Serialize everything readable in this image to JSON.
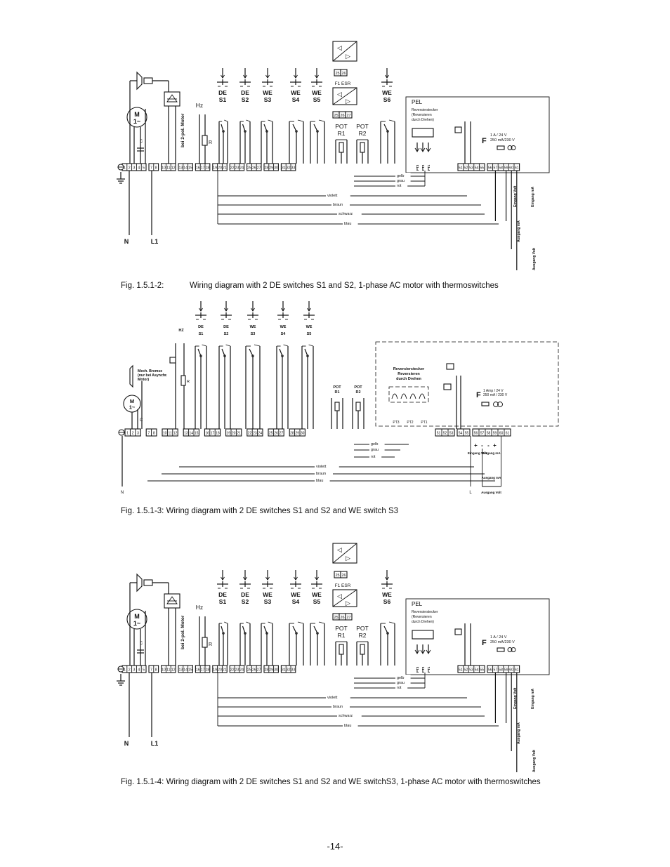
{
  "figures": [
    {
      "caption_label": "Fig. 1.5.1-2:",
      "caption_text": "Wiring diagram with 2 DE switches S1 and S2, 1-phase AC motor with thermoswitches",
      "motor": "M 1~",
      "motor_note": "bei 2-pol. Motor",
      "heater": "Hz",
      "resistor": "R",
      "cap": "c",
      "switches": [
        {
          "type": "DE",
          "name": "S1"
        },
        {
          "type": "DE",
          "name": "S2"
        },
        {
          "type": "WE",
          "name": "S3"
        },
        {
          "type": "WE",
          "name": "S4"
        },
        {
          "type": "WE",
          "name": "S5"
        },
        {
          "type": "WE",
          "name": "S6"
        }
      ],
      "pots": [
        {
          "name": "POT",
          "id": "R1"
        },
        {
          "name": "POT",
          "id": "R2"
        }
      ],
      "esr_label": "F1 ESR",
      "esr_terminals": [
        "25",
        "26",
        "27"
      ],
      "esr_top_terminals": [
        "25",
        "26"
      ],
      "pel_title": "PEL",
      "pel_lines": [
        "Reversierstecker",
        "(Reversieren",
        "durch Drehen)"
      ],
      "fuse_label": "F",
      "fuse_lines": [
        "1 A / 24 V",
        "250 mA/230 V"
      ],
      "pt_labels": [
        "PT3",
        "PT2",
        "PT1"
      ],
      "terminal_groups": [
        [
          "1",
          "2",
          "3",
          "4",
          "5"
        ],
        [
          "7",
          "8"
        ],
        [
          "10",
          "11",
          "12"
        ],
        [
          "13",
          "14",
          "15"
        ],
        [
          "16",
          "17",
          "18"
        ],
        [
          "19",
          "20",
          "21"
        ],
        [
          "22",
          "23",
          "24"
        ],
        [
          "25",
          "26",
          "27"
        ],
        [
          "28",
          "29",
          "30"
        ],
        [
          "31",
          "32",
          "33"
        ],
        [
          "51",
          "52",
          "53",
          "54",
          "55"
        ],
        [
          "56",
          "57",
          "58",
          "59",
          "60",
          "61"
        ]
      ],
      "wire_labels": [
        "gelb",
        "grau",
        "rot",
        "violett",
        "braun",
        "schwarz",
        "blau"
      ],
      "output_labels": [
        "Eingang Volt",
        "Eingang mA",
        "Ausgang mA",
        "Ausgang Volt"
      ],
      "supply": [
        "N",
        "L1"
      ]
    },
    {
      "caption_label": "Fig. 1.5.1-3:",
      "caption_text": "Wiring diagram with 2 DE switches S1 and S2 and WE switch S3",
      "motor": "M 1~",
      "brake_lines": [
        "Mech. Bremse",
        "(nur bei Asynchr.",
        "Motor)"
      ],
      "heater": "HZ",
      "resistor": "R",
      "cap": "C",
      "switches": [
        {
          "type": "DE",
          "name": "S1"
        },
        {
          "type": "DE",
          "name": "S2"
        },
        {
          "type": "WE",
          "name": "S3"
        },
        {
          "type": "WE",
          "name": "S4"
        },
        {
          "type": "WE",
          "name": "S5"
        }
      ],
      "pots": [
        {
          "name": "POT",
          "id": "R1"
        },
        {
          "name": "POT",
          "id": "R2"
        }
      ],
      "pel_lines": [
        "Reversierstecker",
        "Reversieren",
        "durch Drehen"
      ],
      "fuse_label": "F",
      "fuse_lines": [
        "1 Amp /    24 V",
        "250 mA / 230 V"
      ],
      "pt_labels": [
        "PT3",
        "PT2",
        "PT1"
      ],
      "terminal_groups": [
        [
          "1",
          "2",
          "3"
        ],
        [
          "7",
          "8"
        ],
        [
          "10",
          "11",
          "12"
        ],
        [
          "13",
          "14",
          "15"
        ],
        [
          "16",
          "17",
          "18"
        ],
        [
          "19",
          "20",
          "21"
        ],
        [
          "22",
          "23",
          "24"
        ],
        [
          "25",
          "26",
          "27"
        ],
        [
          "28",
          "29",
          "30"
        ],
        [
          "51",
          "52",
          "53"
        ],
        [
          "54",
          "55"
        ],
        [
          "56",
          "57",
          "58",
          "59",
          "60",
          "61"
        ]
      ],
      "wire_labels": [
        "gelb",
        "grau",
        "rot",
        "violett",
        "braun",
        "blau"
      ],
      "io_signs": [
        "+",
        "-",
        "-",
        "+"
      ],
      "io_labels": [
        "Eingang Volt",
        "Eingang mA",
        "Ausgang mA",
        "Ausgang Volt"
      ],
      "supply": [
        "N",
        "L"
      ]
    },
    {
      "caption_label": "Fig. 1.5.1-4:",
      "caption_text": "Wiring diagram with 2 DE switches S1 and S2 and WE switchS3, 1-phase AC motor with thermoswitches",
      "motor": "M 1~",
      "motor_note": "bei 2-pol. Motor",
      "heater": "Hz",
      "resistor": "R",
      "cap": "c",
      "switches": [
        {
          "type": "DE",
          "name": "S1"
        },
        {
          "type": "DE",
          "name": "S2"
        },
        {
          "type": "WE",
          "name": "S3"
        },
        {
          "type": "WE",
          "name": "S4"
        },
        {
          "type": "WE",
          "name": "S5"
        },
        {
          "type": "WE",
          "name": "S6"
        }
      ],
      "pots": [
        {
          "name": "POT",
          "id": "R1"
        },
        {
          "name": "POT",
          "id": "R2"
        }
      ],
      "esr_label": "F1 ESR",
      "esr_terminals": [
        "25",
        "26",
        "27"
      ],
      "esr_top_terminals": [
        "25",
        "26"
      ],
      "pel_title": "PEL",
      "pel_lines": [
        "Reversierstecker",
        "(Reversieren",
        "durch Drehen)"
      ],
      "fuse_label": "F",
      "fuse_lines": [
        "1 A / 24 V",
        "250 mA/230 V"
      ],
      "pt_labels": [
        "PT3",
        "PT2",
        "PT1"
      ],
      "terminal_groups": [
        [
          "1",
          "2",
          "3",
          "4",
          "5"
        ],
        [
          "7",
          "8"
        ],
        [
          "10",
          "11",
          "12"
        ],
        [
          "13",
          "14",
          "15"
        ],
        [
          "16",
          "17",
          "18"
        ],
        [
          "19",
          "20",
          "21"
        ],
        [
          "22",
          "23",
          "24"
        ],
        [
          "25",
          "26",
          "27"
        ],
        [
          "28",
          "29",
          "30"
        ],
        [
          "31",
          "32",
          "33"
        ],
        [
          "51",
          "52",
          "53",
          "54",
          "55"
        ],
        [
          "56",
          "57",
          "58",
          "59",
          "60",
          "61"
        ]
      ],
      "wire_labels": [
        "gelb",
        "grau",
        "rot",
        "violett",
        "braun",
        "schwarz",
        "blau"
      ],
      "output_labels": [
        "Eingang Volt",
        "Eingang mA",
        "Ausgang mA",
        "Ausgang Volt"
      ],
      "supply": [
        "N",
        "L1"
      ]
    }
  ],
  "page_number": "-14-"
}
